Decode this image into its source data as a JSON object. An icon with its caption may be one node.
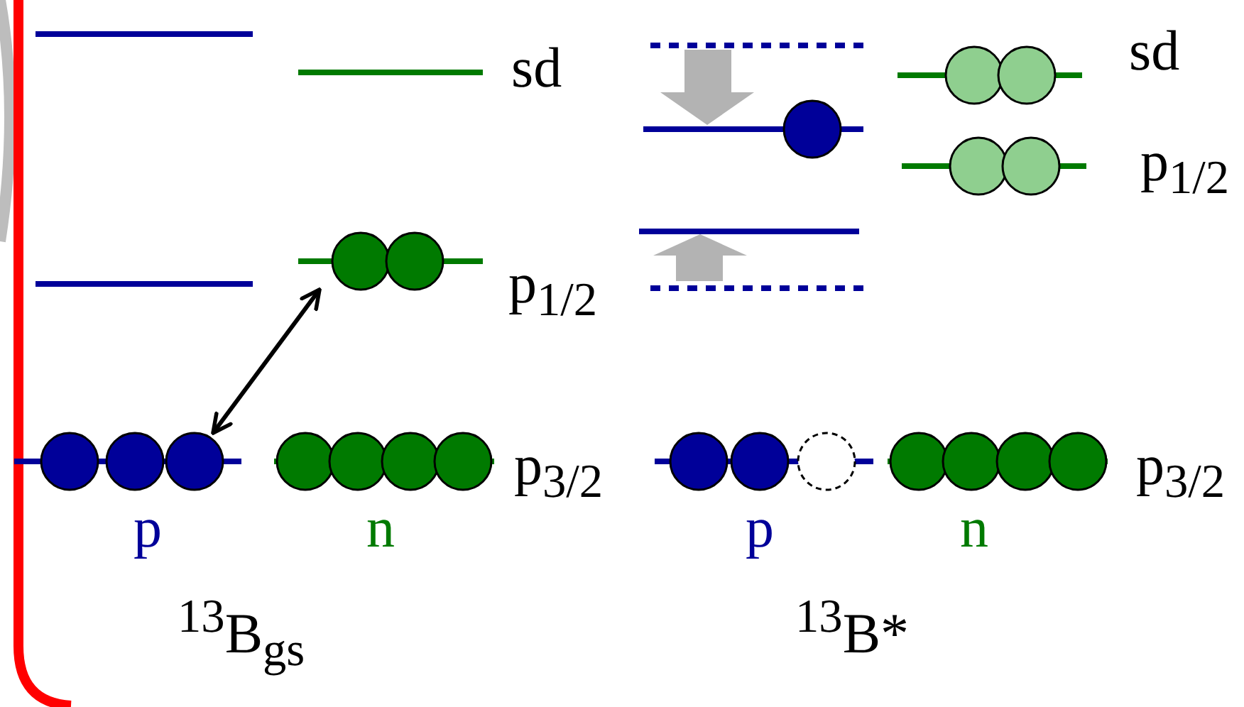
{
  "diagram": {
    "nodes": [
      {
        "text": [],
        "shape": "bar"
      },
      {
        "text": [],
        "shape": "bar"
      },
      {
        "text": [],
        "shape": "bar"
      },
      {
        "text": [],
        "shape": "bar"
      },
      {
        "text": [],
        "shape": "bar"
      },
      {
        "text": [],
        "shape": "bar"
      },
      {
        "text": [],
        "shape": "bar"
      },
      {
        "text": [],
        "shape": "bar"
      }
    ],
    "edges": [
      {
        "from": 1,
        "to": 0,
        "arrow": "both"
      }
    ],
    "labels": [
      "sd",
      "p$_{1/2}$",
      "p$_{3/2}$",
      "p",
      "n",
      "$^{13}$B$_{gs}$",
      "sd",
      "p$_{1/2}$",
      "p$_{3/2}$",
      "p",
      "n",
      "$^{13}$B*"
    ]
  }
}
